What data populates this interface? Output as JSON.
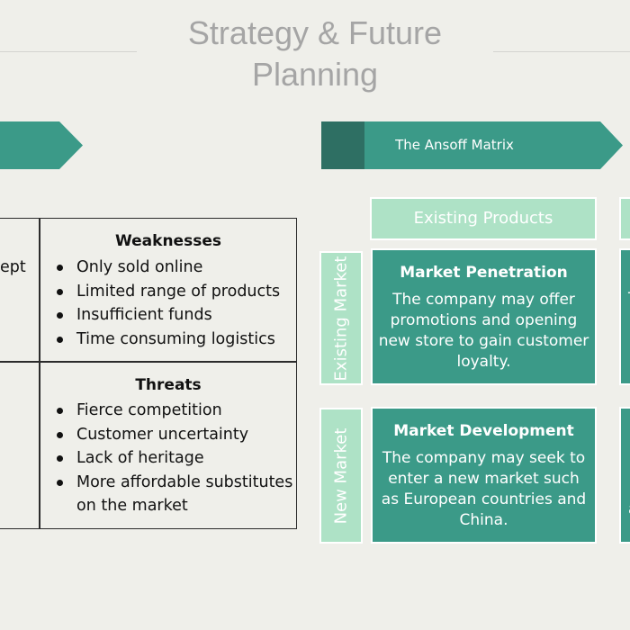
{
  "page": {
    "title": "Strategy & Future Planning"
  },
  "colors": {
    "background": "#efefea",
    "title_gray": "#a5a5a5",
    "teal_dark": "#3b9a88",
    "teal_darker": "#2e6f63",
    "mint_light": "#aee2c6",
    "line": "#2b2b2b"
  },
  "swot": {
    "cut_text": "ept",
    "weaknesses": {
      "title": "Weaknesses",
      "items": [
        "Only sold online",
        "Limited range of products",
        "Insufficient funds",
        "Time consuming logistics"
      ]
    },
    "threats": {
      "title": "Threats",
      "items": [
        "Fierce competition",
        "Customer uncertainty",
        "Lack of heritage",
        "More affordable substitutes on the market"
      ]
    }
  },
  "ansoff": {
    "title": "The Ansoff Matrix",
    "column_header": "Existing Products",
    "row_headers": [
      "Existing Market",
      "New Market"
    ],
    "cells": [
      {
        "title": "Market Penetration",
        "text": "The company may offer promotions and opening new store to gain customer loyalty."
      },
      {
        "title": "Market Development",
        "text": "The company may seek to enter a new market such as European countries and China."
      }
    ],
    "edge_fragments": [
      "T",
      "a"
    ]
  }
}
